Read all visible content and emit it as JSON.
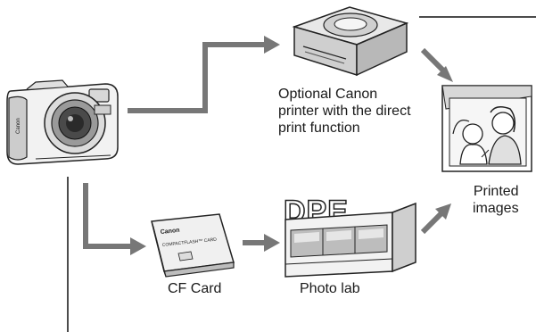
{
  "labels": {
    "printer_line1": "Optional Canon",
    "printer_line2": "printer with the direct",
    "printer_line3": "print function",
    "printed_line1": "Printed",
    "printed_line2": "images",
    "cf_card": "CF Card",
    "photo_lab": "Photo lab",
    "lab_sign": "DPE",
    "camera_brand": "Canon",
    "card_brand": "Canon",
    "card_text": "COMPACTFLASH™ CARD"
  },
  "colors": {
    "arrow": "#777777",
    "outline": "#222222",
    "light_fill": "#e6e6e6"
  }
}
